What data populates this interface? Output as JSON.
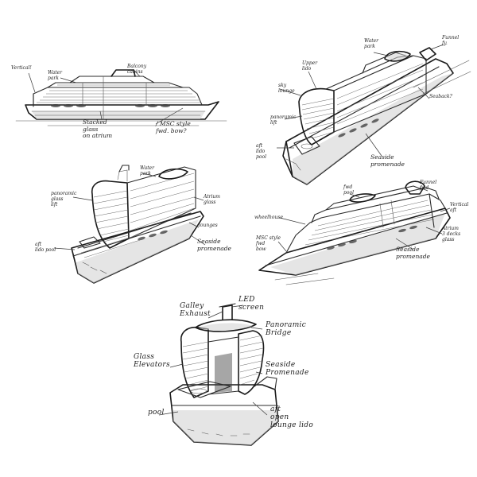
{
  "sketch1": {
    "vertical": "Vertical!",
    "water_park": "Water\npark",
    "balcony_cabins": "Balcony\ncabins",
    "stacked_glass": "Stacked\nglass\non atrium",
    "msc_bow": "/ MSC style\nfwd. bow?"
  },
  "sketch2": {
    "water_park": "Water\npark",
    "funnel": "Funnel\nfy.",
    "upper_lido": "Upper\nlido",
    "sky_lounge": "sky\nlounge",
    "panoramic_lift": "panoramic\nlift",
    "seaback": "Seaback?",
    "aft_lido_pool": "aft\nlido\npool",
    "seaside_promenade": "Seaside\npromenade"
  },
  "sketch3": {
    "water_park": "Water\npark",
    "panoramic_glass_lift": "panoramic\nglass\nlift",
    "atrium_glass": "Atrium\nglass",
    "lounges": "lounges",
    "seaside_promenade": "Seaside\npromenade",
    "aft_lido_pool": "aft\nlido pool"
  },
  "sketch4": {
    "fwd_pool": "fwd\npool",
    "funnel": "Funnel\nfwd.",
    "vertical_aft": "Vertical\naft",
    "wheelhouse": "wheelhouse",
    "msc_style_bow": "MSC style\nfwd\nbow",
    "atrium_glass": "Atrium\n3 decks\nglass",
    "seaside_promenade": "Seaside\npromenade"
  },
  "sketch5": {
    "galley_exhaust": "Galley\nExhaust",
    "led_screen": "LED\nscreen",
    "panoramic_bridge": "Panoramic\nBridge",
    "glass_elevators": "Glass\nElevators",
    "seaside_promenade": "Seaside\nPromenade",
    "pool": "pool",
    "aft_open_lounge": "aft\nopen\nlounge lido"
  }
}
